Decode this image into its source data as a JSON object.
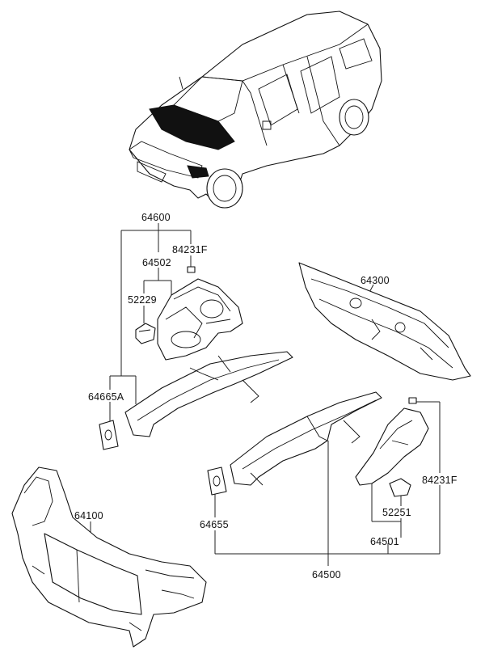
{
  "labels": {
    "p64600": "64600",
    "p84231F_top": "84231F",
    "p64502": "64502",
    "p52229": "52229",
    "p64300": "64300",
    "p64665A": "64665A",
    "p64100": "64100",
    "p84231F_right": "84231F",
    "p52251": "52251",
    "p64655": "64655",
    "p64501": "64501",
    "p64500": "64500"
  }
}
